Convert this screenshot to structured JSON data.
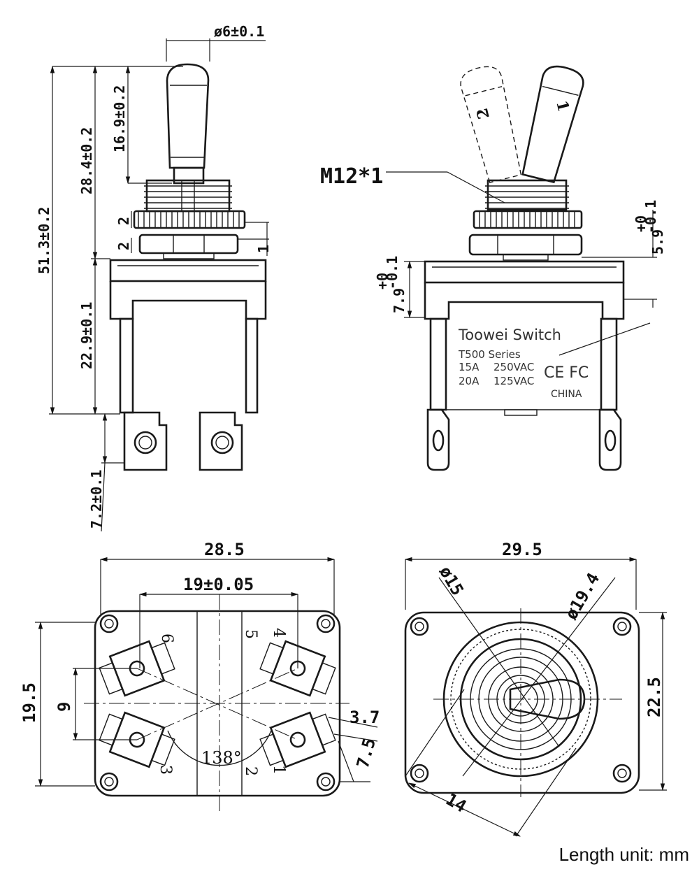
{
  "side_view": {
    "dim_bat_diameter": "ø6±0.1",
    "dim_bat_length": "16.9±0.2",
    "dim_upper_height": "28.4±0.2",
    "dim_total_height": "51.3±0.2",
    "dim_nut_thickness": "2",
    "dim_washer_thickness": "2",
    "dim_gap": "1",
    "dim_body_height": "22.9±0.1",
    "dim_terminal_height": "7.2±0.1"
  },
  "front_view": {
    "thread_label": "M12*1",
    "bat_positions": [
      "1",
      "2"
    ],
    "dim_bushing": "5.9",
    "dim_bushing_tol_upper": "+0",
    "dim_bushing_tol_lower": "-0.1",
    "dim_flange": "7.9",
    "dim_flange_tol_upper": "+0",
    "dim_flange_tol_lower": "-0.1",
    "brand": "Toowei Switch",
    "series": "T500  Series",
    "rating_1_current": "15A",
    "rating_1_voltage": "250VAC",
    "rating_2_current": "20A",
    "rating_2_voltage": "125VAC",
    "certifications": "CE FC",
    "origin": "CHINA"
  },
  "bottom_view": {
    "dim_width": "28.5",
    "dim_pin_spacing": "19±0.05",
    "dim_height": "19.5",
    "dim_row_spacing": "9",
    "dim_terminal_width": "3.7",
    "dim_terminal_length": "7.5",
    "angle": "138°",
    "pin_labels": [
      "6",
      "5",
      "4",
      "3",
      "2",
      "1"
    ]
  },
  "top_view": {
    "dim_width": "29.5",
    "dim_height": "22.5",
    "dim_inner_diameter": "ø15",
    "dim_outer_diameter": "ø19.4",
    "dim_diagonal": "14"
  },
  "footer": {
    "unit_note": "Length unit: mm"
  }
}
